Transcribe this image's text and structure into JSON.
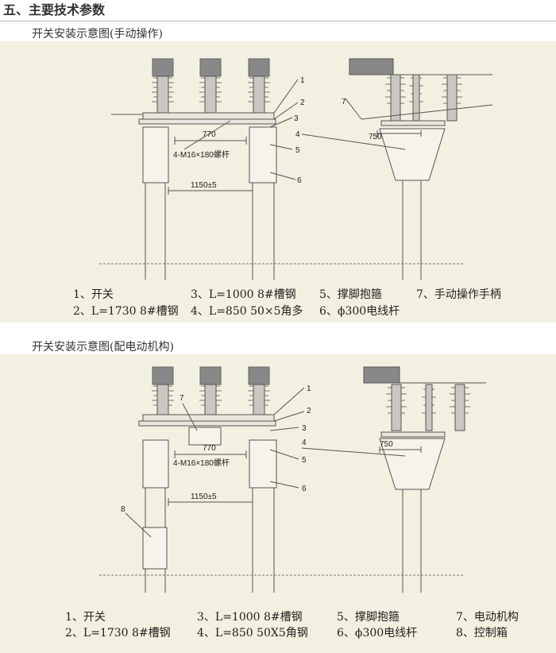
{
  "section_title": "五、主要技术参数",
  "figure1": {
    "title": "开关安装示意图(手动操作)",
    "dims": {
      "d770": "770",
      "d750": "750",
      "d1150": "1150±5",
      "bolt": "4-M16×180螺杆"
    },
    "callouts": [
      "1",
      "2",
      "3",
      "4",
      "5",
      "6",
      "7"
    ],
    "legend": [
      [
        "1、开关",
        "3、L=1000 8#槽钢",
        "5、撑脚抱箍",
        "7、手动操作手柄"
      ],
      [
        "2、L=1730 8#槽钢",
        "4、L=850 50×5角多",
        "6、ϕ300电线杆",
        ""
      ]
    ]
  },
  "figure2": {
    "title": "开关安装示意图(配电动机构)",
    "dims": {
      "d770": "770",
      "d750": "750",
      "d1150": "1150±5",
      "bolt": "4-M16×180螺杆"
    },
    "callouts": [
      "1",
      "2",
      "3",
      "4",
      "5",
      "6",
      "7",
      "8"
    ],
    "legend": [
      [
        "1、开关",
        "3、L=1000 8#槽钢",
        "5、撑脚抱箍",
        "7、电动机构"
      ],
      [
        "2、L=1730 8#槽钢",
        "4、L=850 50X5角钢",
        "6、ϕ300电线杆",
        "8、控制箱"
      ]
    ]
  },
  "colors": {
    "panel_bg": "#f2f0e0",
    "line": "#555555",
    "ground": "#777777"
  }
}
